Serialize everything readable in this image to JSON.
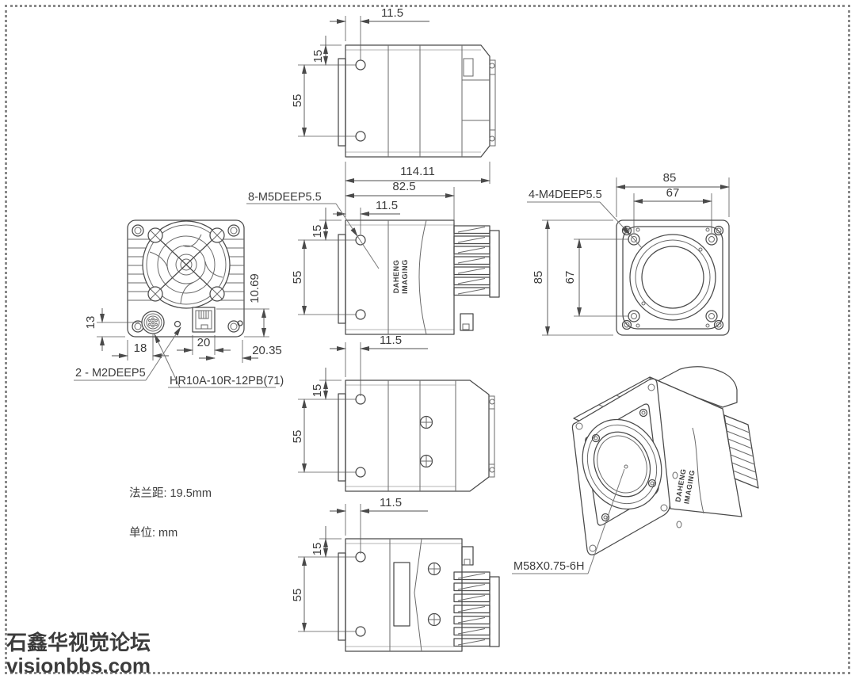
{
  "colors": {
    "line": "#4a4a4a",
    "watermark_blue": "#1414dd"
  },
  "callouts": {
    "m5_thread": "8-M5DEEP5.5",
    "m4_thread": "4-M4DEEP5.5",
    "m2_thread": "2 - M2DEEP5",
    "hirose_connector": "HR10A-10R-12PB(71)",
    "lens_mount_thread": "M58X0.75-6H"
  },
  "notes": {
    "flange_distance": "法兰距: 19.5mm",
    "unit": "单位: mm"
  },
  "watermark": {
    "line1": "石鑫华视觉论坛",
    "line2": "visionbbs.com"
  },
  "logo": {
    "line1": "DAHENG",
    "line2": "IMAGING"
  },
  "views": {
    "top": {
      "dims": {
        "hole_offset": "11.5",
        "hole_edge": "15",
        "hole_spacing": "55",
        "total_length": "114.11"
      }
    },
    "side": {
      "dims": {
        "body_length": "82.5",
        "hole_offset": "11.5",
        "hole_edge": "15",
        "hole_spacing": "55"
      }
    },
    "rear": {
      "dims": {
        "connector_height": "13",
        "connector_offset": "18",
        "rj45_width": "20",
        "edge_offset": "20.35",
        "rj45_height": "10.69"
      }
    },
    "front": {
      "dims": {
        "width": "85",
        "hole_span_w": "67",
        "height": "85",
        "hole_span_h": "67"
      }
    },
    "bottom1": {
      "dims": {
        "hole_offset": "11.5",
        "hole_edge": "15",
        "hole_spacing": "55"
      }
    },
    "bottom2": {
      "dims": {
        "hole_offset": "11.5",
        "hole_edge": "15",
        "hole_spacing": "55"
      }
    }
  }
}
